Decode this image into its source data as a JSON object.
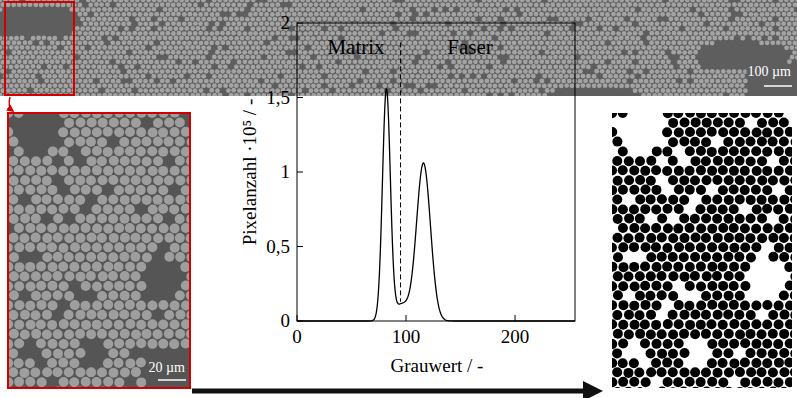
{
  "diagram": {
    "labels": [
      "100 µm",
      "20 µm",
      "Matrix",
      "Faser",
      "Pixelanzahl ·10⁵ / -",
      "Grauwert / -",
      "0",
      "0,5",
      "1",
      "1,5",
      "2",
      "0",
      "100",
      "200"
    ]
  }
}
